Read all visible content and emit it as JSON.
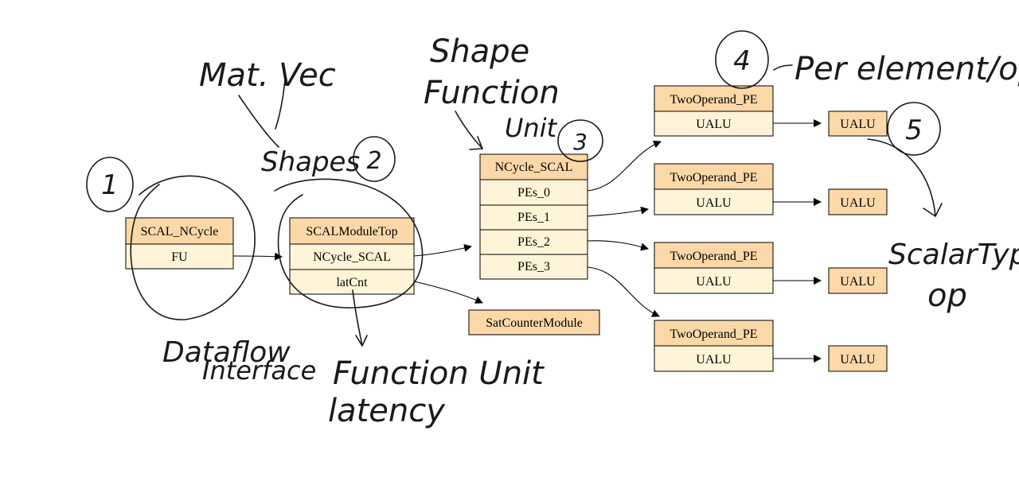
{
  "nodes": {
    "scal_ncycle": {
      "title": "SCAL_NCycle",
      "rows": [
        "FU"
      ]
    },
    "scal_module_top": {
      "title": "SCALModuleTop",
      "rows": [
        "NCycle_SCAL",
        "latCnt"
      ]
    },
    "ncycle_scal": {
      "title": "NCycle_SCAL",
      "rows": [
        "PEs_0",
        "PEs_1",
        "PEs_2",
        "PEs_3"
      ]
    },
    "sat_counter": {
      "title": "SatCounterModule"
    },
    "pe_0": {
      "title": "TwoOperand_PE",
      "rows": [
        "UALU"
      ]
    },
    "pe_1": {
      "title": "TwoOperand_PE",
      "rows": [
        "UALU"
      ]
    },
    "pe_2": {
      "title": "TwoOperand_PE",
      "rows": [
        "UALU"
      ]
    },
    "pe_3": {
      "title": "TwoOperand_PE",
      "rows": [
        "UALU"
      ]
    },
    "ualu_0": {
      "title": "UALU"
    },
    "ualu_1": {
      "title": "UALU"
    },
    "ualu_2": {
      "title": "UALU"
    },
    "ualu_3": {
      "title": "UALU"
    }
  },
  "annotations": {
    "num_1": "1",
    "num_2": "2",
    "num_3": "3",
    "num_4": "4",
    "num_5": "5",
    "mat_vec": "Mat. Vec",
    "shapes": "Shapes",
    "shape_function_unit": [
      "Shape",
      "Function",
      "Unit"
    ],
    "per_element_op": "Per element/op",
    "scalar_type_op": [
      "ScalarType",
      "op"
    ],
    "dataflow_interface": [
      "Dataflow",
      "Interface"
    ],
    "function_unit_latency": [
      "Function Unit",
      "latency"
    ]
  },
  "colors": {
    "node_header": "#fcd8a8",
    "node_body": "#fff4d8",
    "ink": "#1a1a1a"
  }
}
